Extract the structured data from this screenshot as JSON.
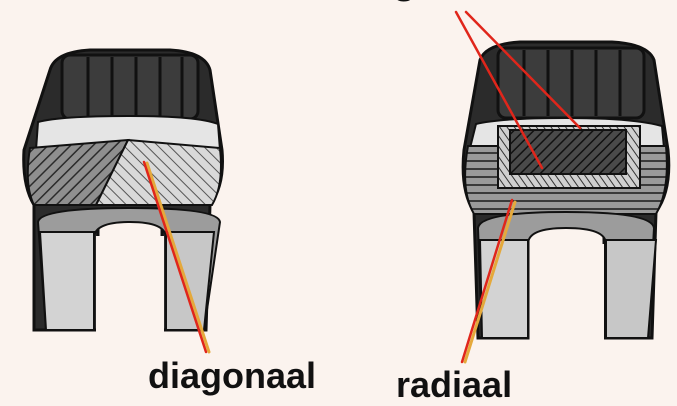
{
  "labels": {
    "left": "diagonaal",
    "right": "radiaal",
    "top_cut": "g"
  },
  "colors": {
    "background": "#fbf3ee",
    "tread_dark": "#2b2b2b",
    "outline": "#111111",
    "casing_grey": "#8d8d8d",
    "inner_light": "#d7d7d7",
    "belt_dark": "#3b3b3b",
    "pointer_line": "#e0261b",
    "pointer_line_alt": "#e5a93b"
  },
  "icons": [
    "diagonal-tire-cross-section",
    "radial-tire-cross-section"
  ]
}
